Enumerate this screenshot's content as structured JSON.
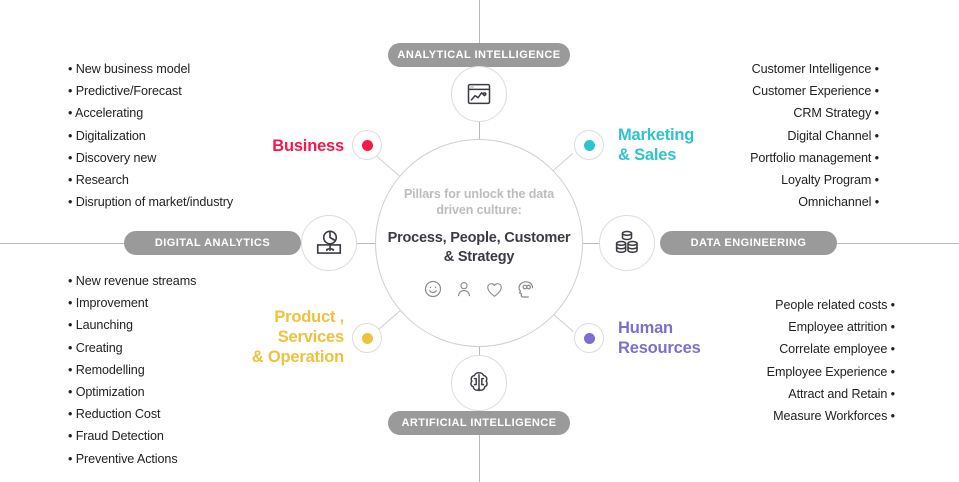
{
  "center": {
    "subtitle": "Pillars for unlock the\ndata driven culture:",
    "headline": "Process, People,\nCustomer & Strategy",
    "icons": [
      "smiley-face-icon",
      "person-icon",
      "heart-icon",
      "head-infinity-icon"
    ]
  },
  "pills": {
    "analytical": "ANALYTICAL INTELLIGENCE",
    "artificial": "ARTIFICIAL INTELLIGENCE",
    "digital": "DIGITAL ANALYTICS",
    "data_engineering": "DATA ENGINEERING"
  },
  "bubbles": {
    "analytical_icon": "line-chart-window-icon",
    "artificial_icon": "brain-circuit-icon",
    "digital_icon": "pie-chart-presentation-icon",
    "data_engineering_icon": "database-stack-icon"
  },
  "categories": [
    {
      "key": "business",
      "title": "Business",
      "color": "#f5184a",
      "items": [
        "• New business model",
        "• Predictive/Forecast",
        "• Accelerating",
        "• Digitalization",
        "• Discovery new",
        "• Research",
        "• Disruption of market/industry"
      ]
    },
    {
      "key": "marketing",
      "title": "Marketing\n& Sales",
      "color": "#2ec4cd",
      "items": [
        "Customer Intelligence •",
        "Customer Experience •",
        "CRM Strategy •",
        "Digital Channel •",
        "Portfolio management •",
        "Loyalty Program •",
        "Omnichannel •"
      ]
    },
    {
      "key": "product",
      "title": "Product ,\nServices\n& Operation",
      "color": "#f0c13b",
      "items": [
        "• New revenue streams",
        "• Improvement",
        "• Launching",
        "• Creating",
        "• Remodelling",
        "• Optimization",
        "• Reduction Cost",
        "• Fraud Detection",
        "• Preventive Actions"
      ]
    },
    {
      "key": "human_resources",
      "title": "Human\nResources",
      "color": "#7b6fd0",
      "items": [
        "People related costs •",
        "Employee attrition •",
        "Correlate employee •",
        "Employee Experience •",
        "Attract and Retain •",
        "Measure Workforces •"
      ]
    }
  ],
  "colors": {
    "pill_gray": "#9a9a9a",
    "line_gray": "#b9b9b9",
    "circle_gray": "#cfcfcf",
    "text_dark": "#222226",
    "center_sub_gray": "#bdbdbd"
  }
}
